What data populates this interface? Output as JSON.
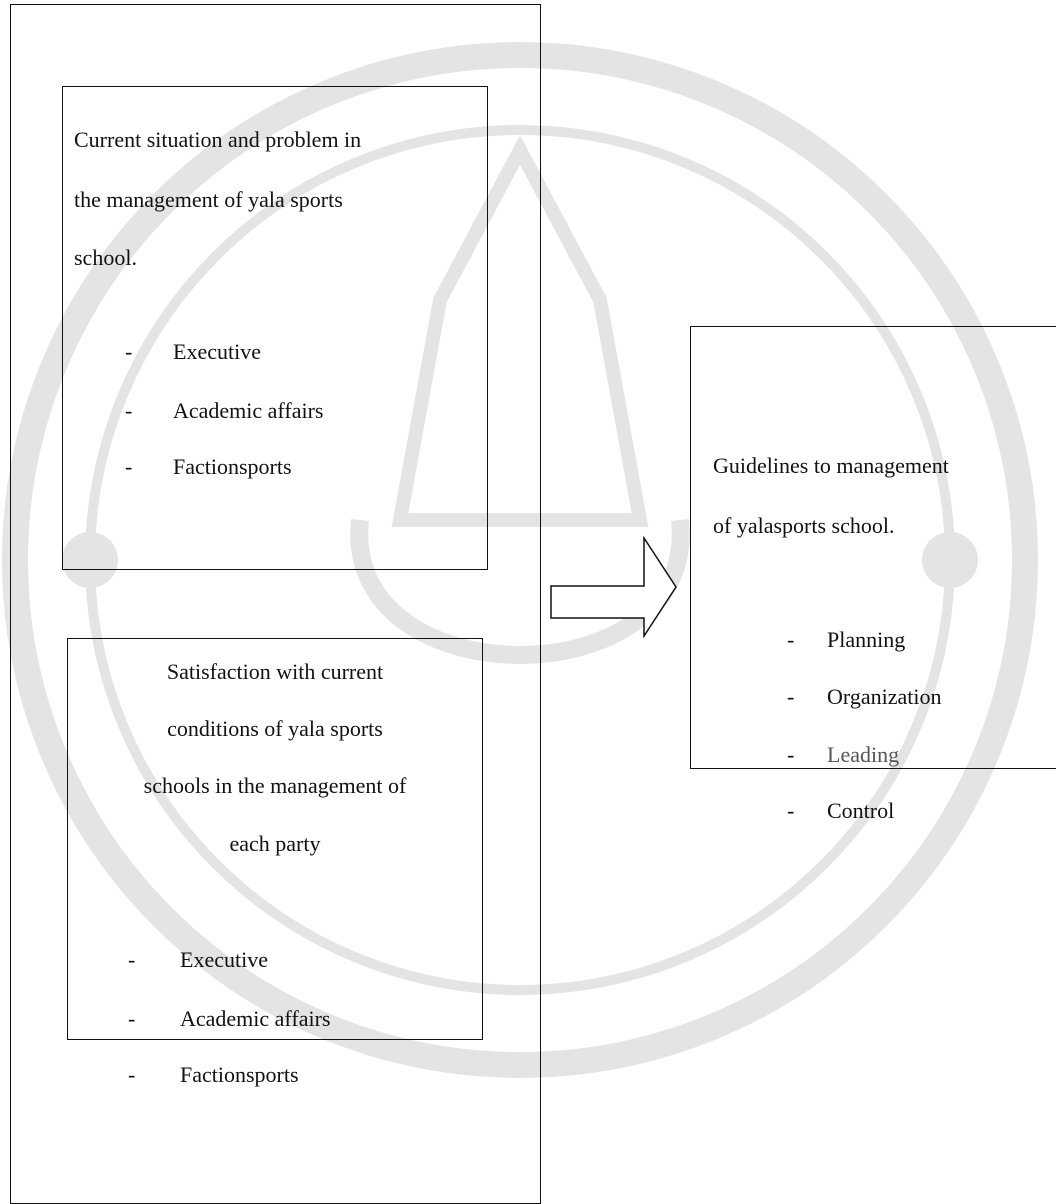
{
  "left_box_1": {
    "lines": [
      "Current situation and problem in",
      "the management of yala sports",
      "school."
    ],
    "items": [
      "Executive",
      "Academic affairs",
      "Factionsports"
    ]
  },
  "left_box_2": {
    "lines": [
      "Satisfaction with current",
      "conditions of yala sports",
      "schools in the management of",
      "each party"
    ],
    "items": [
      "Executive",
      "Academic affairs",
      "Factionsports"
    ]
  },
  "right_box": {
    "lines": [
      "Guidelines to management",
      "of yalasports school."
    ],
    "items": [
      "Planning",
      "Organization",
      "Leading",
      "Control"
    ]
  },
  "colors": {
    "stroke": "#111111",
    "muted_item": "#555555"
  }
}
